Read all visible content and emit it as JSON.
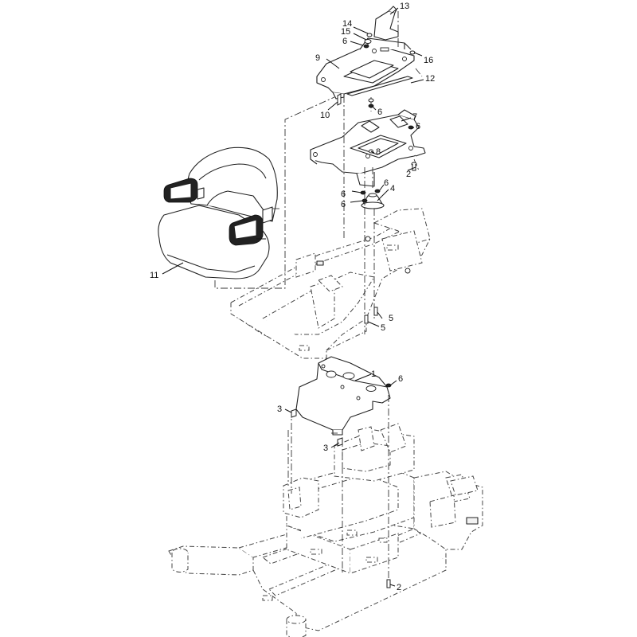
{
  "callouts": {
    "c1": "1",
    "c2a": "2",
    "c2b": "2",
    "c3a": "3",
    "c3b": "3",
    "c4": "4",
    "c5a": "5",
    "c5b": "5",
    "c6a": "6",
    "c6b": "6",
    "c6c": "6",
    "c6d": "6",
    "c6e": "6",
    "c6f": "6",
    "c6g": "6",
    "c7": "7",
    "c8": "8",
    "c9": "9",
    "c10": "10",
    "c11": "11",
    "c12": "12",
    "c13": "13",
    "c14": "14",
    "c15": "15",
    "c16": "16"
  }
}
